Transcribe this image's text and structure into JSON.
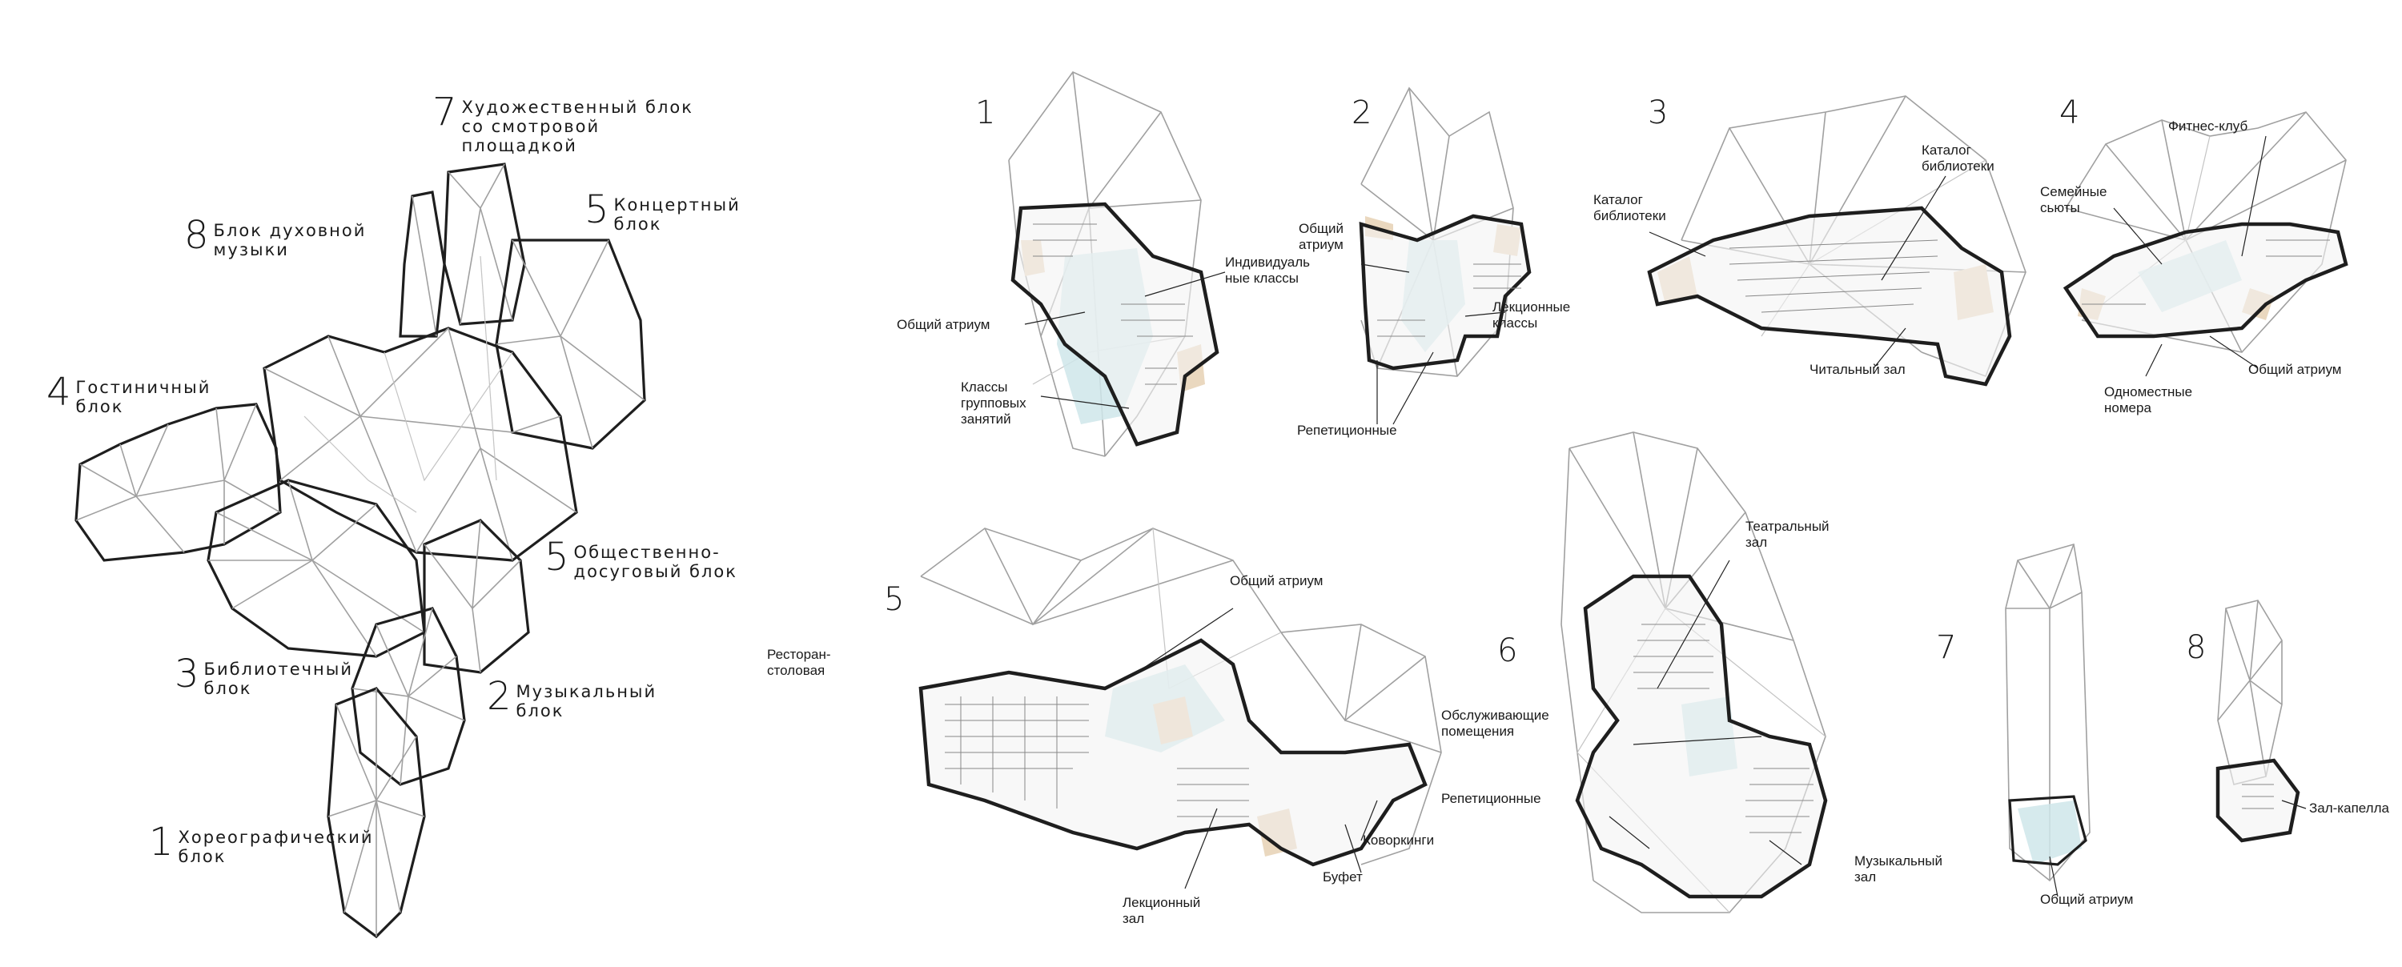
{
  "massing": {
    "blocks": [
      {
        "num": "7",
        "label": "Художественный блок\nсо смотровой\nплощадкой"
      },
      {
        "num": "8",
        "label": "Блок духовной\nмузыки"
      },
      {
        "num": "5",
        "label": "Концертный\nблок"
      },
      {
        "num": "4",
        "label": "Гостиничный\nблок"
      },
      {
        "num": "5",
        "label": "Общественно-\nдосуговый блок"
      },
      {
        "num": "3",
        "label": "Библиотечный\nблок"
      },
      {
        "num": "2",
        "label": "Музыкальный\nблок"
      },
      {
        "num": "1",
        "label": "Хореографический\nблок"
      }
    ]
  },
  "plans": [
    {
      "num": "1",
      "notes": [
        "Индивидуаль\nные классы",
        "Общий атриум",
        "Классы\nгрупповых\nзанятий"
      ]
    },
    {
      "num": "2",
      "notes": [
        "Общий\nатриум",
        "Лекционные\nклассы",
        "Репетиционные"
      ]
    },
    {
      "num": "3",
      "notes": [
        "Каталог\nбиблиотеки",
        "Каталог\nбиблиотеки",
        "Читальный зал"
      ]
    },
    {
      "num": "4",
      "notes": [
        "Фитнес-клуб",
        "Семейные\nсьюты",
        "Общий атриум",
        "Одноместные\nномера"
      ]
    },
    {
      "num": "5",
      "notes": [
        "Общий атриум",
        "Ресторан-\nстоловая",
        "Лекционный\nзал",
        "Коворкинги",
        "Буфет"
      ]
    },
    {
      "num": "6",
      "notes": [
        "Театральный\nзал",
        "Обслуживающие\nпомещения",
        "Репетиционные",
        "Музыкальный\nзал"
      ]
    },
    {
      "num": "7",
      "notes": [
        "Общий атриум"
      ]
    },
    {
      "num": "8",
      "notes": [
        "Зал-капелла"
      ]
    }
  ],
  "colors": {
    "line": "#9a9a9a",
    "bold": "#222222",
    "atrium": "#cfe6ea",
    "wood": "#ead8bf"
  }
}
